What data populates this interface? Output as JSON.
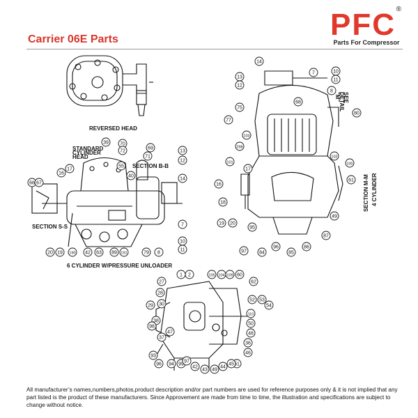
{
  "header": {
    "title": "Carrier 06E Parts"
  },
  "logo": {
    "letters": "PFC",
    "registered": "®",
    "tagline": "Parts For Compressor",
    "brand_color": "#e0392b"
  },
  "diagram": {
    "captions": {
      "reversed_head": "REVERSED HEAD",
      "standard_head": "STANDARD\nCYLINDER\nHEAD",
      "section_bb": "SECTION B-B",
      "section_ss": "SECTION S-S",
      "six_cyl": "6 CYLINDER W/PRESSURE UNLOADER",
      "section_mm": "SECTION M-M",
      "four_cyl": "4 CYLINDER",
      "see_detail": "SEE\nDETAIL\n\"M\""
    },
    "callouts_left": [
      "39",
      "70",
      "72",
      "69",
      "71",
      "13",
      "12",
      "55",
      "40",
      "16",
      "17",
      "14",
      "66",
      "67",
      "20",
      "19",
      "190",
      "42",
      "63",
      "89",
      "191",
      "79",
      "8",
      "7",
      "10",
      "11"
    ],
    "callouts_right": [
      "14",
      "13",
      "12",
      "7",
      "10",
      "11",
      "8",
      "68",
      "75",
      "77",
      "103",
      "80",
      "298",
      "101",
      "17",
      "16",
      "102",
      "100",
      "18",
      "61",
      "19",
      "20",
      "49",
      "97",
      "95",
      "84",
      "96",
      "85",
      "86",
      "87"
    ],
    "callouts_bottom": [
      "27",
      "1",
      "2",
      "105",
      "104",
      "109",
      "60",
      "62",
      "28",
      "29",
      "30",
      "52",
      "53",
      "54",
      "38",
      "98",
      "110",
      "50",
      "48",
      "47",
      "37",
      "36",
      "46",
      "51",
      "45",
      "44",
      "49",
      "43",
      "42",
      "99",
      "97",
      "94",
      "96",
      "93"
    ]
  },
  "footer": {
    "disclaimer": "All manufacturer’s names,numbers,photos,product description and/or part numbers are used for reference purposes only & it is not implied that any part listed is the product of these manufacturers.  Since Approvement are made from time to time,  the illustration and specifications are subject to change without notice."
  }
}
